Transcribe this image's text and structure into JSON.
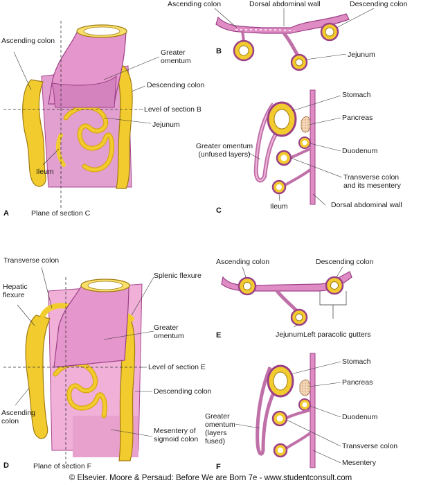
{
  "panels": {
    "A": {
      "letter": "A",
      "labels": {
        "ascending_colon": "Ascending colon",
        "greater_omentum": "Greater omentum",
        "descending_colon": "Descending colon",
        "level_b": "Level of section B",
        "jejunum": "Jejunum",
        "ileum": "Ileum",
        "plane_c": "Plane of section C"
      }
    },
    "B": {
      "letter": "B",
      "labels": {
        "ascending_colon": "Ascending colon",
        "dorsal_wall": "Dorsal abdominal wall",
        "descending_colon": "Descending colon",
        "jejunum": "Jejunum"
      }
    },
    "C": {
      "letter": "C",
      "labels": {
        "stomach": "Stomach",
        "pancreas": "Pancreas",
        "greater_omentum": "Greater omentum (unfused layers)",
        "duodenum": "Duodenum",
        "transverse_colon": "Transverse colon and its mesentery",
        "ileum": "Ileum",
        "dorsal_wall": "Dorsal abdominal wall"
      }
    },
    "D": {
      "letter": "D",
      "labels": {
        "transverse_colon": "Transverse colon",
        "hepatic_flexure": "Hepatic flexure",
        "splenic_flexure": "Splenic flexure",
        "greater_omentum": "Greater omentum",
        "level_e": "Level of section E",
        "descending_colon": "Descending colon",
        "ascending_colon": "Ascending colon",
        "mesentery_sigmoid": "Mesentery of sigmoid colon",
        "plane_f": "Plane of section F"
      }
    },
    "E": {
      "letter": "E",
      "labels": {
        "ascending_colon": "Ascending colon",
        "descending_colon": "Descending colon",
        "jejunum": "Jejunum",
        "paracolic": "Left paracolic gutters"
      }
    },
    "F": {
      "letter": "F",
      "labels": {
        "stomach": "Stomach",
        "pancreas": "Pancreas",
        "greater_omentum": "Greater omentum (layers fused)",
        "duodenum": "Duodenum",
        "transverse_colon": "Transverse colon",
        "mesentery": "Mesentery"
      }
    }
  },
  "credit": "© Elsevier. Moore & Persaud: Before We are Born 7e - www.studentconsult.com",
  "colors": {
    "membrane": "#e08cc4",
    "membrane_dark": "#b0509a",
    "omentum": "#d98cc8",
    "intestine": "#f2cc2e",
    "intestine_dark": "#c99a10",
    "pancreas": "#f3d6b8"
  }
}
